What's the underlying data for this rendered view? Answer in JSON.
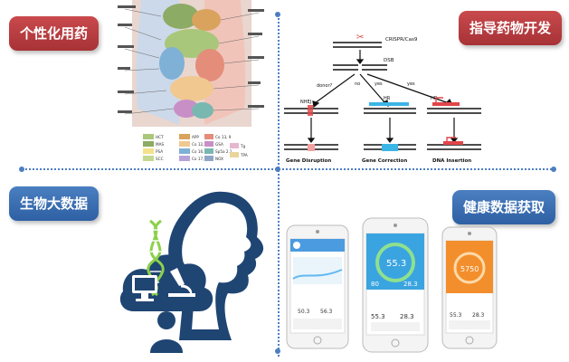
{
  "badges": {
    "personalized_medicine": "个性化用药",
    "drug_development": "指导药物开发",
    "big_data": "生物大数据",
    "health_data": "健康数据获取"
  },
  "crispr": {
    "top_label": "CRISPR/Cas9",
    "dsb": "DSB",
    "donor_q": "donor?",
    "no": "no",
    "yes1": "yes",
    "yes2": "yes",
    "nhej": "NHEJ",
    "hr1": "HR",
    "hr2": "HR",
    "out1": "Gene Disruption",
    "out2": "Gene Correction",
    "out3": "DNA Insertion"
  },
  "body_map": {
    "legend": [
      "HCT",
      "APP",
      "Co 13, 9",
      "MAS",
      "Co 12, 9",
      "GSA",
      "PSA",
      "Co 16, 9",
      "Sp5a 2.1",
      "SCC",
      "Co 17, 9",
      "NOX",
      "Tg",
      "TPA"
    ]
  },
  "phones": {
    "phone1": {
      "v1": "50.3",
      "v2": "56.3"
    },
    "phone2": {
      "big": "55.3",
      "left": "80",
      "right": "28.3",
      "v1": "55.3",
      "v2": "28.3"
    },
    "phone3": {
      "big": "5750",
      "v1": "55.3",
      "v2": "28.3"
    }
  },
  "colors": {
    "badge_red": "#b3393d",
    "badge_blue": "#3a6db1",
    "divider": "#4c7fc2",
    "logo_navy": "#1f4573",
    "crispr_red": "#e0464a",
    "crispr_cyan": "#3bb5e6"
  }
}
